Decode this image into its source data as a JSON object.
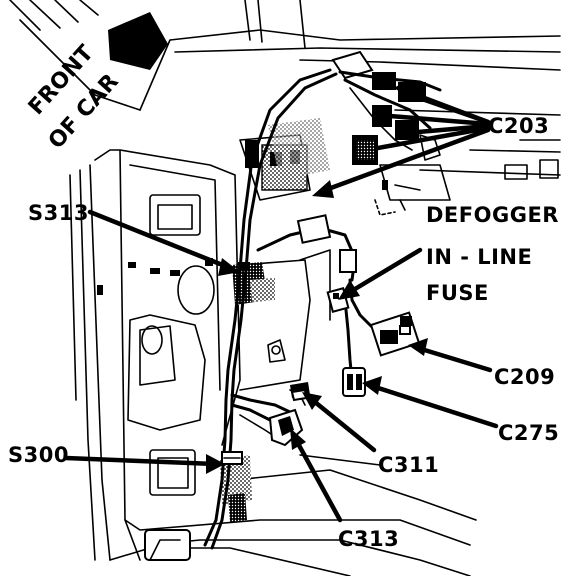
{
  "diagram": {
    "orientation_label_line1": "FRONT",
    "orientation_label_line2": "OF CAR",
    "labels": {
      "c203": "C203",
      "s313": "S313",
      "defogger_line1": "DEFOGGER",
      "defogger_line2": "IN - LINE",
      "defogger_line3": "FUSE",
      "c209": "C209",
      "c275": "C275",
      "s300": "S300",
      "c311": "C311",
      "c313": "C313"
    },
    "colors": {
      "ink": "#000000",
      "paper": "#ffffff",
      "shade": "#7a7a7a"
    }
  }
}
